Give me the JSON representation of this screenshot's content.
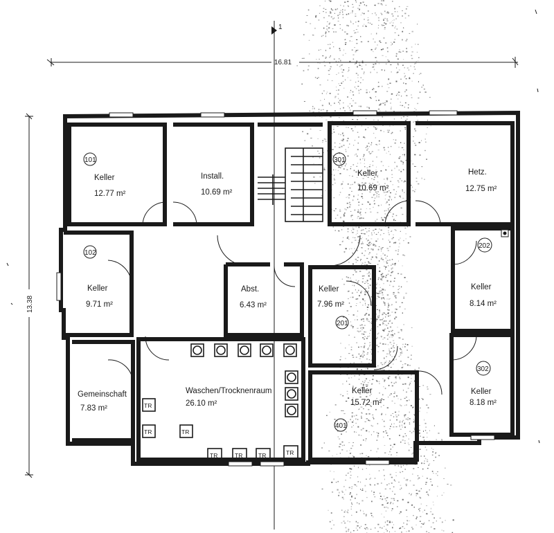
{
  "dimensions": {
    "width": "16.81",
    "height": "13.38",
    "section_mark": "1"
  },
  "rooms": [
    {
      "id": "101",
      "name": "Keller",
      "area": "12.77 m²"
    },
    {
      "id": "",
      "name": "Install.",
      "area": "10.69 m²"
    },
    {
      "id": "301",
      "name": "Keller",
      "area": "10.69 m²"
    },
    {
      "id": "",
      "name": "Hetz.",
      "area": "12.75 m²"
    },
    {
      "id": "102",
      "name": "Keller",
      "area": "9.71 m²"
    },
    {
      "id": "",
      "name": "Abst.",
      "area": "6.43 m²"
    },
    {
      "id": "201",
      "name": "Keller",
      "area": "7.96 m²"
    },
    {
      "id": "202",
      "name": "Keller",
      "area": "8.14 m²"
    },
    {
      "id": "",
      "name": "Gemeinschaft",
      "area": "7.83 m²"
    },
    {
      "id": "",
      "name": "Waschen/Trocknenraum",
      "area": "26.10 m²"
    },
    {
      "id": "401",
      "name": "Keller",
      "area": "15.72 m²"
    },
    {
      "id": "302",
      "name": "Keller",
      "area": "8.18 m²"
    }
  ],
  "appliance_label": "TR"
}
